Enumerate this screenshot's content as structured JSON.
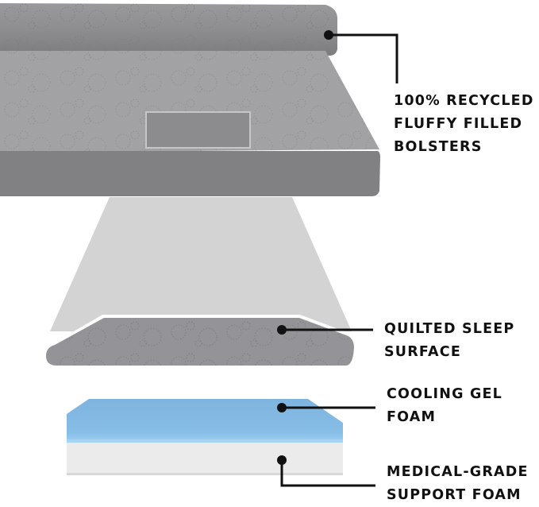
{
  "infographic": {
    "subject": "orthopedic bolster pet bed cross-section",
    "colors": {
      "background": "#ffffff",
      "bed_cover": "#8f8e90",
      "bed_top": "#a3a2a5",
      "bed_front": "#808082",
      "projection_cone": "#d2d2d3",
      "quilted_layer": "#97969a",
      "gel_foam": "#7fb6e0",
      "gel_foam_edge": "#9fcdef",
      "support_foam": "#ececec",
      "callout_line": "#111111",
      "text": "#111111"
    },
    "callouts": [
      {
        "id": "bolsters",
        "lines": [
          "100% RECYCLED",
          "FLUFFY FILLED",
          "BOLSTERS"
        ]
      },
      {
        "id": "quilted",
        "lines": [
          "QUILTED SLEEP",
          "SURFACE"
        ]
      },
      {
        "id": "gel",
        "lines": [
          "COOLING GEL",
          "FOAM"
        ]
      },
      {
        "id": "support",
        "lines": [
          "MEDICAL-GRADE",
          "SUPPORT FOAM"
        ]
      }
    ]
  }
}
